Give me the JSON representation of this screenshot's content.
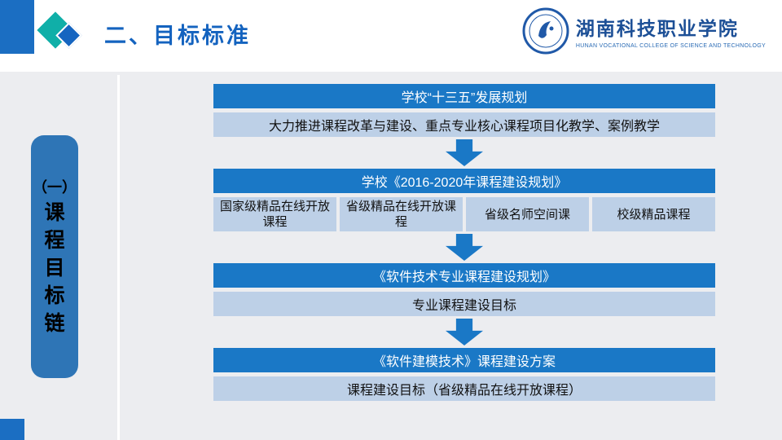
{
  "header": {
    "title": "二、目标标准",
    "college": {
      "name": "湖南科技职业学院",
      "name_en": "HUNAN VOCATIONAL COLLEGE OF SCIENCE AND TECHNOLOGY"
    }
  },
  "sidebar": {
    "prefix": "（一）",
    "label": "课程目标链"
  },
  "flow": {
    "blocks": [
      {
        "header": "学校“十三五”发展规划",
        "body": [
          "大力推进课程改革与建设、重点专业核心课程项目化教学、案例教学"
        ]
      },
      {
        "header": "学校《2016-2020年课程建设规划》",
        "body": [
          "国家级精品在线开放课程",
          "省级精品在线开放课程",
          "省级名师空间课",
          "校级精品课程"
        ]
      },
      {
        "header": "《软件技术专业课程建设规划》",
        "body": [
          "专业课程建设目标"
        ]
      },
      {
        "header": "《软件建模技术》课程建设方案",
        "body": [
          "课程建设目标（省级精品在线开放课程）"
        ]
      }
    ]
  },
  "colors": {
    "accent_blue": "#1A78C6",
    "light_blue": "#BDD0E7",
    "sidebar_blue": "#2E75B6",
    "title_blue": "#1463BF",
    "teal": "#10AFA8",
    "background": "#ECEDF0"
  }
}
